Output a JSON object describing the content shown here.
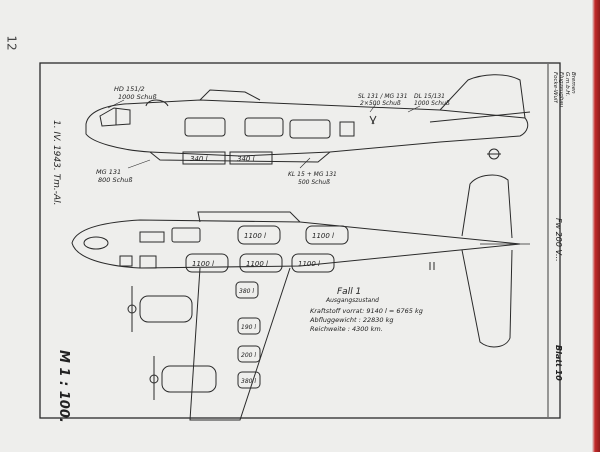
{
  "page_number": "12",
  "date_stamp": "1. IV. 1943. Tm.-Al.",
  "scale": "M 1 : 100.",
  "sheet": "Blatt 10",
  "aircraft_type": "Fw 200 V...",
  "title_block": [
    "Focke-Wulf",
    "Flugzeugbau",
    "G.m.b.H.",
    "Bremen"
  ],
  "side_view": {
    "armament": [
      {
        "line1": "HD 151/2",
        "line2": "1000 Schuß"
      },
      {
        "line1": "SL 131 / MG 131",
        "line2": "2×500 Schuß"
      },
      {
        "line1": "DL 15/131",
        "line2": "1000 Schuß"
      },
      {
        "line1": "MG 131",
        "line2": "800 Schuß"
      },
      {
        "line1": "KL 15 + MG 131",
        "line2": "500 Schuß"
      }
    ],
    "tanks": [
      "340 l",
      "340 l"
    ]
  },
  "plan_view": {
    "fuselage_tanks_top": [
      "1100 l",
      "1100 l"
    ],
    "fuselage_tanks_bottom": [
      "1100 l",
      "1100 l",
      "1100 l"
    ],
    "wing_tanks": [
      "380 l",
      "190 l",
      "200 l",
      "380 l"
    ]
  },
  "loading_case": {
    "title": "Fall 1",
    "subtitle": "Ausgangszustand",
    "rows": [
      "Kraftstoff vorrat: 9140 l = 6765 kg",
      "Abfluggewicht : 22830 kg",
      "Reichweite : 4300 km."
    ]
  }
}
